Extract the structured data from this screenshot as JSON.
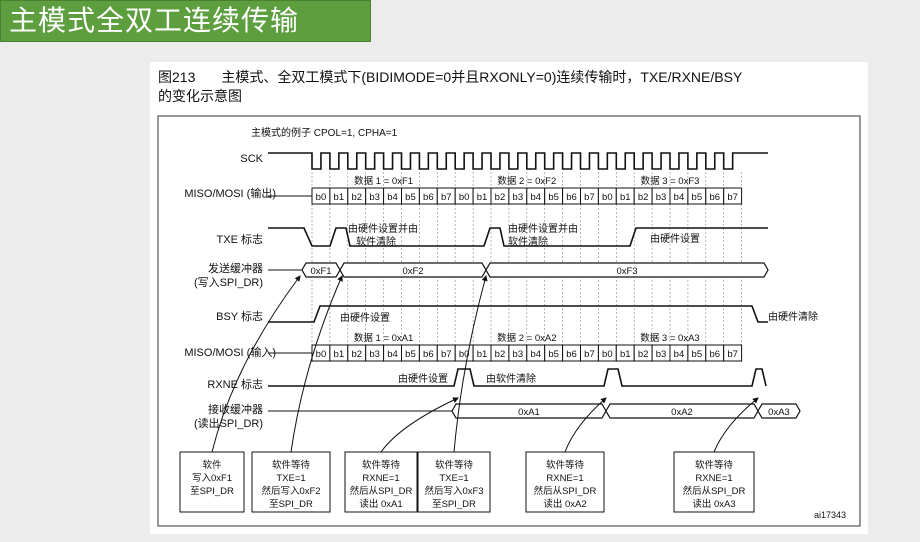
{
  "slide_title": "主模式全双工连续传输",
  "figure": {
    "number": "图213",
    "caption_line1": "主模式、全双工模式下(BIDIMODE=0并且RXONLY=0)连续传输时，TXE/RXNE/BSY",
    "caption_line2": "的变化示意图",
    "example_note": "主模式的例子   CPOL=1, CPHA=1",
    "signals": {
      "sck": "SCK",
      "miso_mosi_out": "MISO/MOSI (输出)",
      "txe": "TXE 标志",
      "tx_buffer_line1": "发送缓冲器",
      "tx_buffer_line2": "(写入SPI_DR)",
      "bsy": "BSY 标志",
      "miso_mosi_in": "MISO/MOSI (输入)",
      "rxne": "RXNE 标志",
      "rx_buffer_line1": "接收缓冲器",
      "rx_buffer_line2": "(读出SPI_DR)"
    },
    "bits": [
      "b0",
      "b1",
      "b2",
      "b3",
      "b4",
      "b5",
      "b6",
      "b7"
    ],
    "tx_data_labels": [
      "数据 1 = 0xF1",
      "数据 2 = 0xF2",
      "数据 3 = 0xF3"
    ],
    "rx_data_labels": [
      "数据 1 = 0xA1",
      "数据 2 = 0xA2",
      "数据 3 = 0xA3"
    ],
    "tx_buffer_values": [
      "0xF1",
      "0xF2",
      "0xF3"
    ],
    "rx_buffer_values": [
      "0xA1",
      "0xA2",
      "0xA3"
    ],
    "annotations": {
      "txe_1_line1": "由硬件设置并由",
      "txe_1_line2": "软件清除",
      "txe_2_line1": "由硬件设置并由",
      "txe_2_line2": "软件清除",
      "txe_3": "由硬件设置",
      "bsy_set": "由硬件设置",
      "bsy_clear": "由硬件清除",
      "rxne_set": "由硬件设置",
      "rxne_clear": "由软件清除"
    },
    "boxes": [
      [
        "软件",
        "写入0xF1",
        "至SPI_DR"
      ],
      [
        "软件等待",
        "TXE=1",
        "然后写入0xF2",
        "至SPI_DR"
      ],
      [
        "软件等待",
        "RXNE=1",
        "然后从SPI_DR",
        "读出 0xA1"
      ],
      [
        "软件等待",
        "TXE=1",
        "然后写入0xF3",
        "至SPI_DR"
      ],
      [
        "软件等待",
        "RXNE=1",
        "然后从SPI_DR",
        "读出 0xA2"
      ],
      [
        "软件等待",
        "RXNE=1",
        "然后从SPI_DR",
        "读出 0xA3"
      ]
    ],
    "figure_id": "ai17343"
  }
}
